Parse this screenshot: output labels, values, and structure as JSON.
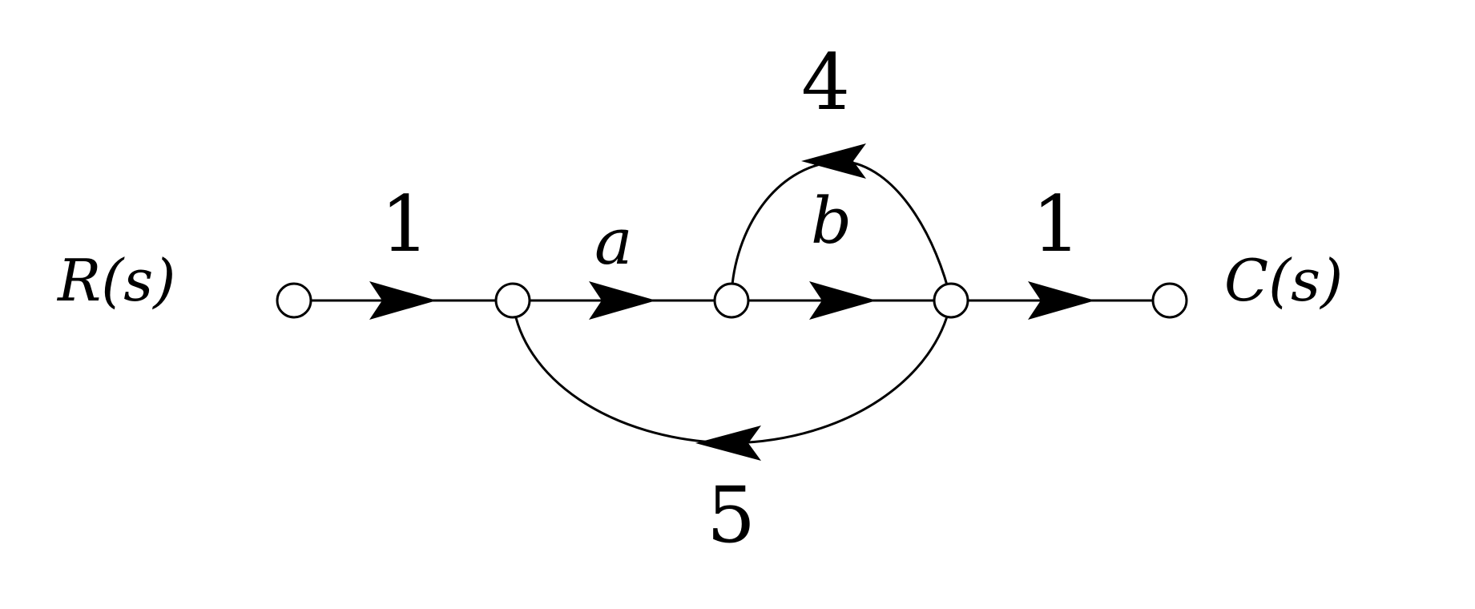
{
  "diagram": {
    "type": "signal-flow-graph",
    "input_label": "R(s)",
    "output_label": "C(s)",
    "branches": [
      {
        "id": "input-branch",
        "gain": "1",
        "direction": "forward"
      },
      {
        "id": "branch-a",
        "gain": "a",
        "direction": "forward"
      },
      {
        "id": "branch-b",
        "gain": "b",
        "direction": "forward"
      },
      {
        "id": "output-branch",
        "gain": "1",
        "direction": "forward"
      },
      {
        "id": "feedback-4",
        "gain": "4",
        "direction": "feedback"
      },
      {
        "id": "feedback-5",
        "gain": "5",
        "direction": "feedback"
      }
    ],
    "colors": {
      "stroke": "#000000",
      "background": "#ffffff"
    }
  }
}
